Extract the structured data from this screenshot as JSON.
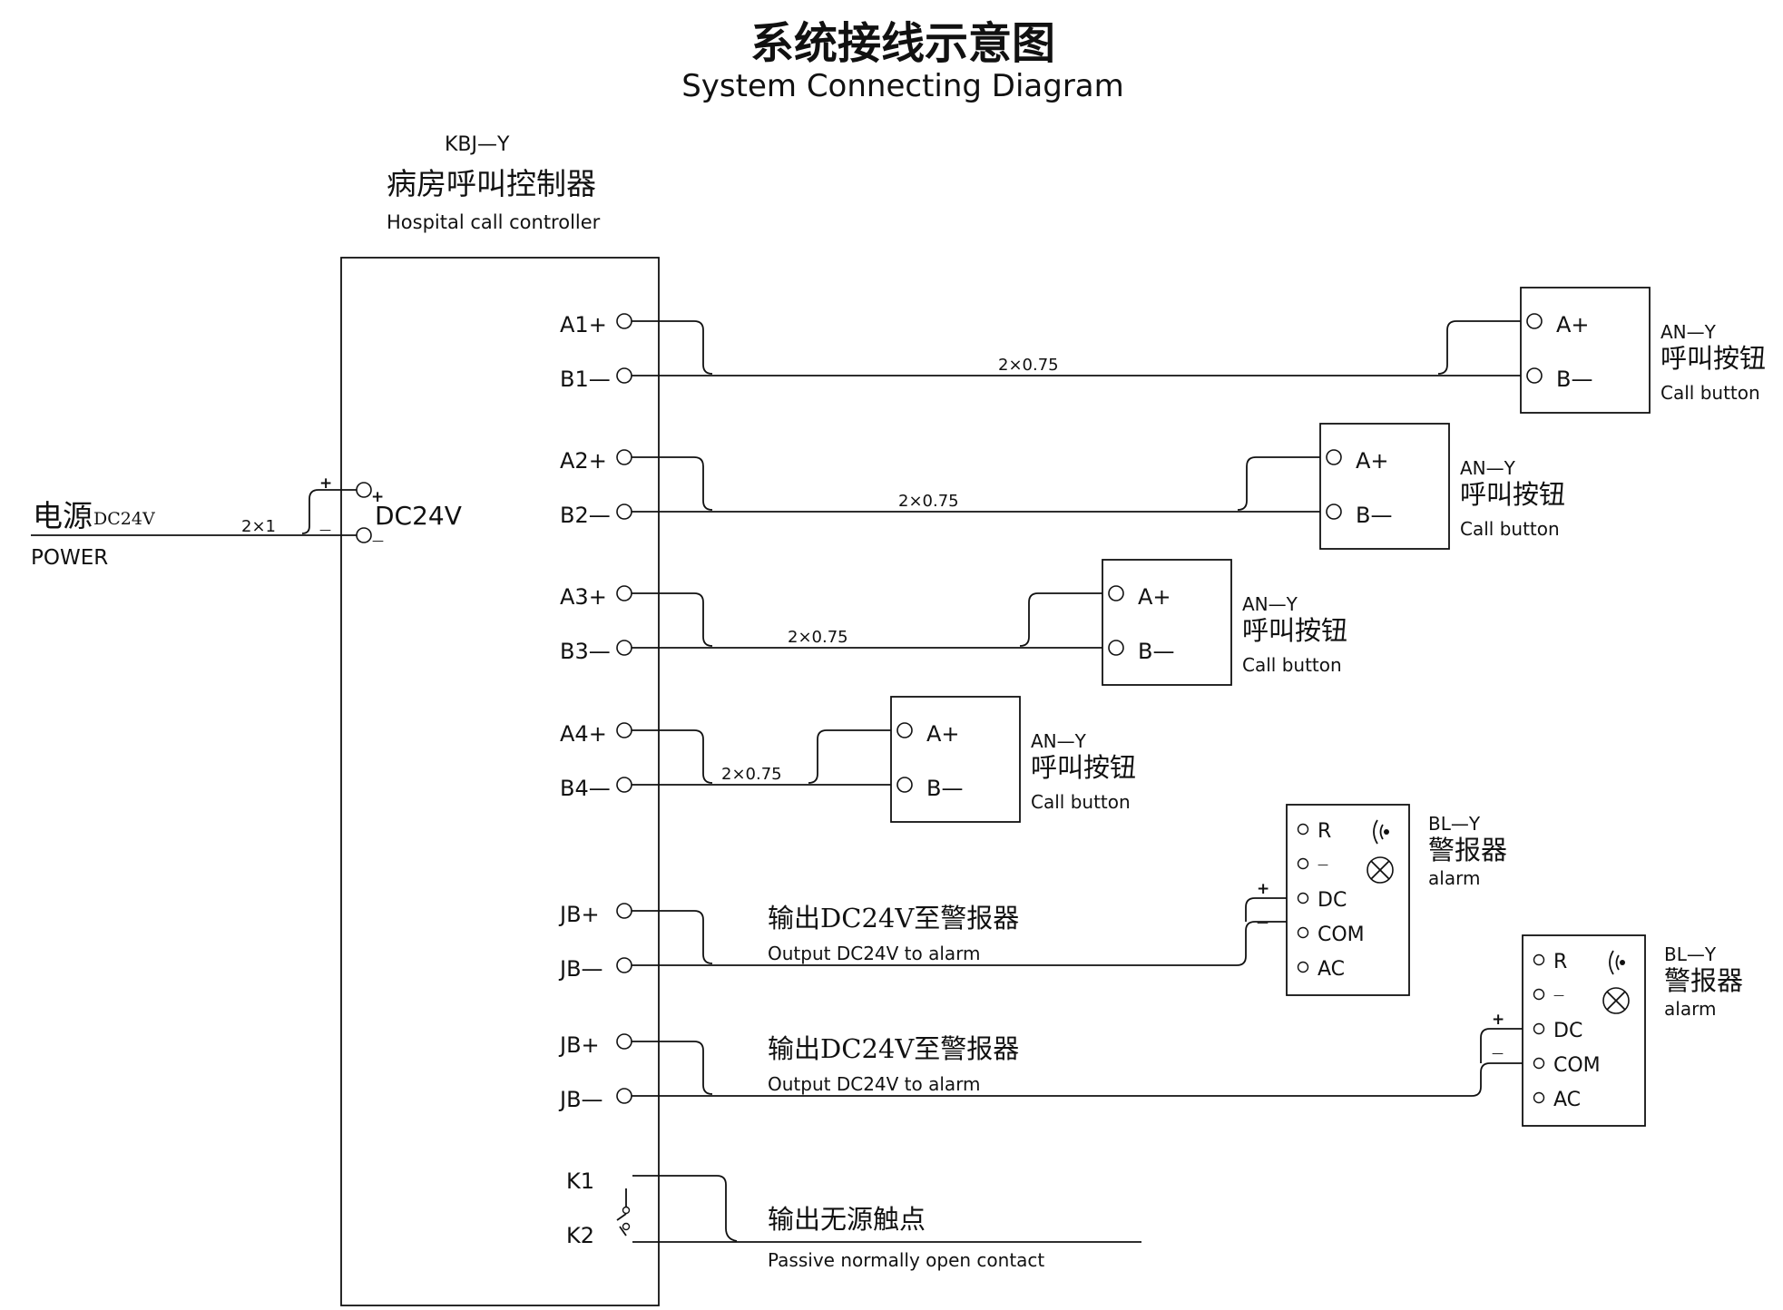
{
  "title": {
    "zh": "系统接线示意图",
    "en": "System Connecting Diagram"
  },
  "controller": {
    "model": "KBJ—Y",
    "name_zh": "病房呼叫控制器",
    "name_en": "Hospital call controller",
    "dc_label": "DC24V",
    "ports": [
      "A1+",
      "B1—",
      "A2+",
      "B2—",
      "A3+",
      "B3—",
      "A4+",
      "B4—",
      "JB+",
      "JB—",
      "JB+",
      "JB—",
      "K1",
      "K2"
    ]
  },
  "power": {
    "label_zh": "电源",
    "label_dc": "DC24V",
    "label_en": "POWER",
    "cable": "2×1",
    "plus": "+",
    "minus": "—"
  },
  "call_buttons": [
    {
      "model": "AN—Y",
      "name_zh": "呼叫按钮",
      "name_en": "Call  button",
      "term_a": "A+",
      "term_b": "B—",
      "cable": "2×0.75"
    },
    {
      "model": "AN—Y",
      "name_zh": "呼叫按钮",
      "name_en": "Call  button",
      "term_a": "A+",
      "term_b": "B—",
      "cable": "2×0.75"
    },
    {
      "model": "AN—Y",
      "name_zh": "呼叫按钮",
      "name_en": "Call  button",
      "term_a": "A+",
      "term_b": "B—",
      "cable": "2×0.75"
    },
    {
      "model": "AN—Y",
      "name_zh": "呼叫按钮",
      "name_en": "Call  button",
      "term_a": "A+",
      "term_b": "B—",
      "cable": "2×0.75"
    }
  ],
  "alarm_outputs": [
    {
      "label_zh": "输出DC24V至警报器",
      "label_en": "Output  DC24V  to  alarm"
    },
    {
      "label_zh": "输出DC24V至警报器",
      "label_en": "Output  DC24V  to  alarm"
    }
  ],
  "alarms": [
    {
      "model": "BL—Y",
      "name_zh": "警报器",
      "name_en": "alarm",
      "terminals": [
        "R",
        "—",
        "DC",
        "COM",
        "AC"
      ],
      "plus": "+",
      "minus": "—"
    },
    {
      "model": "BL—Y",
      "name_zh": "警报器",
      "name_en": "alarm",
      "terminals": [
        "R",
        "—",
        "DC",
        "COM",
        "AC"
      ],
      "plus": "+",
      "minus": "—"
    }
  ],
  "contact": {
    "label_zh": "输出无源触点",
    "label_en": "Passive  normally  open  contact"
  },
  "icons": [
    "buzzer-icon",
    "lamp-icon",
    "switch-contact-icon"
  ],
  "colors": {
    "line": "#111111",
    "background": "#ffffff"
  }
}
